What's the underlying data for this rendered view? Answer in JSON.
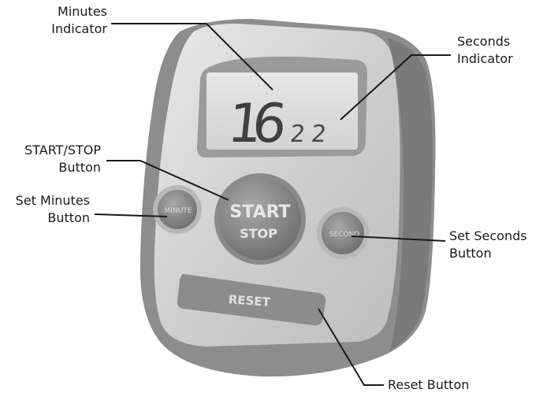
{
  "device": {
    "display": {
      "minutes": "16",
      "seconds": "22"
    },
    "buttons": {
      "start_label": "START",
      "stop_label": "STOP",
      "minute_label": "MINUTE",
      "second_label": "SECOND",
      "reset_label": "RESET"
    }
  },
  "callouts": {
    "minutes_indicator": {
      "line1": "Minutes",
      "line2": "Indicator"
    },
    "seconds_indicator": {
      "line1": "Seconds",
      "line2": "Indicator"
    },
    "start_stop_button": {
      "line1": "START/STOP",
      "line2": "Button"
    },
    "set_minutes_button": {
      "line1": "Set Minutes",
      "line2": "Button"
    },
    "set_seconds_button": {
      "line1": "Set Seconds",
      "line2": "Button"
    },
    "reset_button": {
      "line1": "Reset Button"
    }
  }
}
